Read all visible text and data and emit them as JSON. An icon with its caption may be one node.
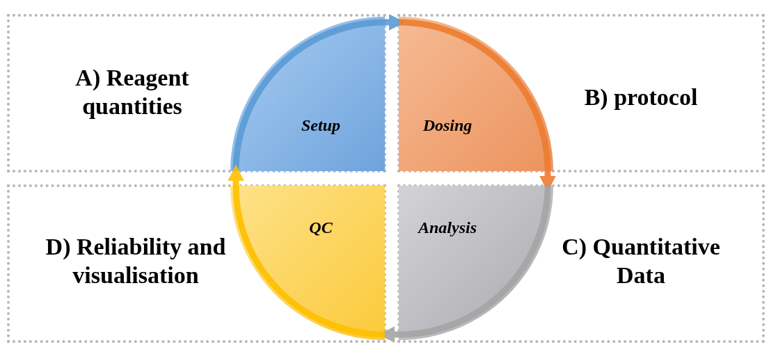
{
  "diagram": {
    "nodes": [
      {
        "text": [
          "A) Reagent quantities"
        ]
      },
      {
        "text": [
          "B) protocol"
        ]
      },
      {
        "text": [
          "D) Reliability and visualisation"
        ]
      },
      {
        "text": [
          "C) Quantitative Data"
        ]
      },
      {
        "text": [
          "Setup"
        ],
        "in": 0
      },
      {
        "text": [
          "Dosing"
        ],
        "in": 1
      },
      {
        "text": [
          "Analysis"
        ],
        "in": 3
      },
      {
        "text": [
          "QC"
        ],
        "in": 2
      }
    ],
    "edges": [
      {
        "from": 4,
        "to": 5,
        "arrow": "to",
        "color": "#5b9bd5"
      },
      {
        "from": 5,
        "to": 6,
        "arrow": "to",
        "color": "#ed7d31"
      },
      {
        "from": 6,
        "to": 7,
        "arrow": "to",
        "color": "#a5a5a5"
      },
      {
        "from": 7,
        "to": 4,
        "arrow": "to",
        "color": "#ffc000"
      }
    ]
  }
}
